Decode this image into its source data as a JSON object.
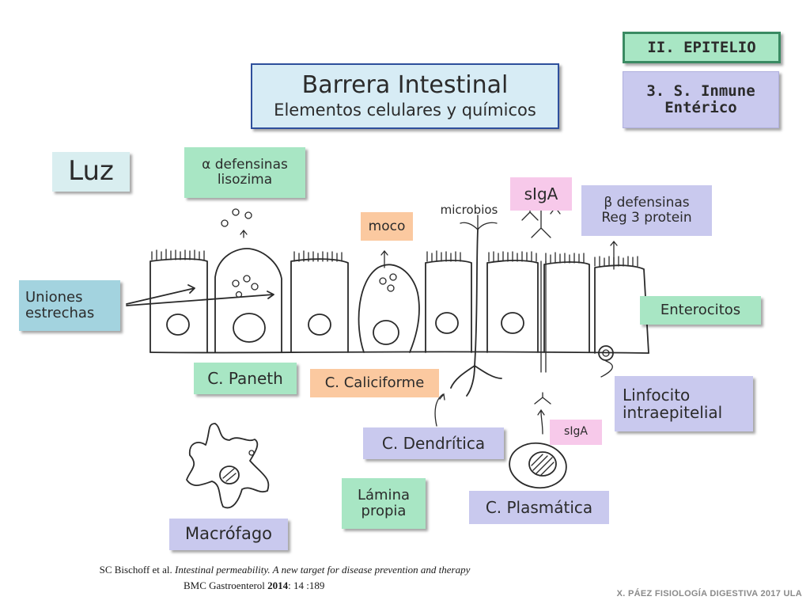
{
  "section_label": "II. EPITELIO",
  "subsection_label": {
    "line1": "3. S. Inmune",
    "line2": "Entérico"
  },
  "title": {
    "main": "Barrera Intestinal",
    "subtitle": "Elementos celulares y químicos"
  },
  "labels": {
    "luz": "Luz",
    "defensinas_alpha": {
      "line1": "α defensinas",
      "line2": "lisozima"
    },
    "moco": "moco",
    "microbios": "microbios",
    "siga_top": "sIgA",
    "defensinas_beta": {
      "line1": "β defensinas",
      "line2": "Reg 3 protein"
    },
    "uniones": {
      "line1": "Uniones",
      "line2": "estrechas"
    },
    "enterocitos": "Enterocitos",
    "paneth": "C. Paneth",
    "caliciforme": "C. Caliciforme",
    "linfocito": {
      "line1": "Linfocito",
      "line2": "intraepitelial"
    },
    "dendritica": "C. Dendrítica",
    "siga_bottom": "sIgA",
    "lamina": {
      "line1": "Lámina",
      "line2": "propia"
    },
    "plasmatica": "C. Plasmática",
    "macrofago": "Macrófago"
  },
  "citation": {
    "line1_author": "SC Bischoff et al.",
    "line1_title": "Intestinal  permeability. A new target for disease prevention and therapy",
    "line2_journal": "BMC Gastroenterol",
    "line2_year": "2014",
    "line2_ref": ": 14 :189"
  },
  "footer": "X. PÁEZ   FISIOLOGÍA DIGESTIVA 2017 ULA",
  "colors": {
    "green": "#a8e6c4",
    "lavender": "#c9c9ee",
    "title_bg": "#d7ecf5",
    "title_border": "#2e4f9c",
    "orange": "#fbc9a0",
    "pink": "#f7c9ea",
    "light_cyan": "#d9eef0",
    "teal_blue": "#a3d3df",
    "epitelio_green": "#3a8a62"
  }
}
